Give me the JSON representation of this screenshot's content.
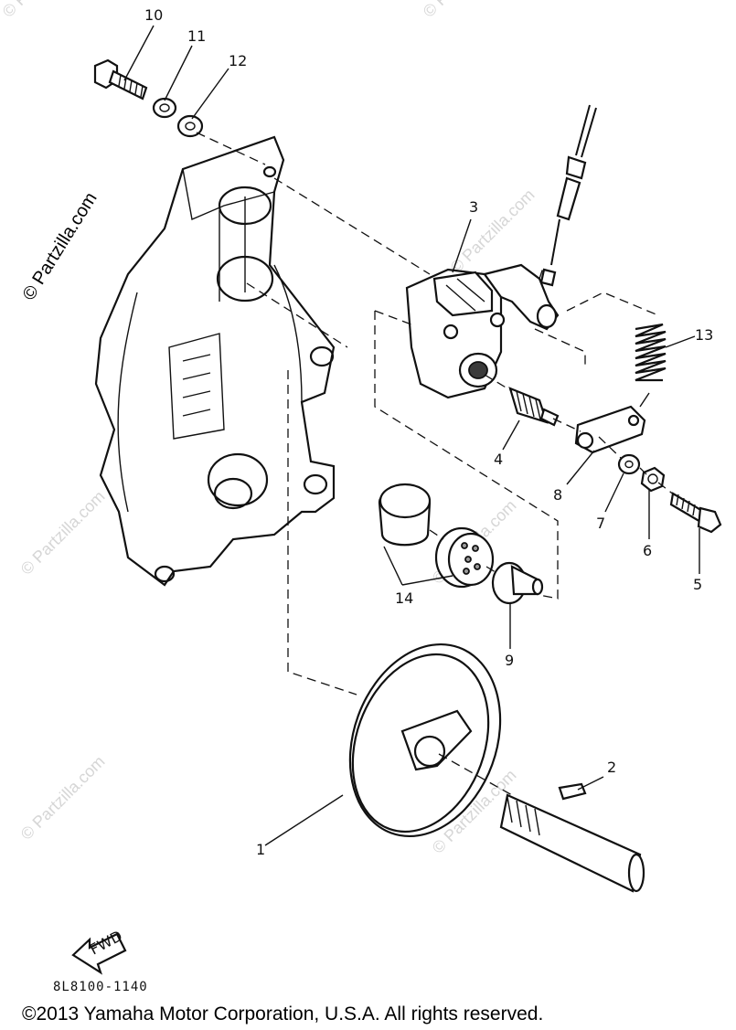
{
  "callouts": {
    "c1": "1",
    "c2": "2",
    "c3": "3",
    "c4": "4",
    "c5": "5",
    "c6": "6",
    "c7": "7",
    "c8": "8",
    "c9": "9",
    "c10": "10",
    "c11": "11",
    "c12": "12",
    "c13": "13",
    "c14": "14"
  },
  "arrow_label": "FWD",
  "diagram_code": "8L8100-1140",
  "copyright": "©2013 Yamaha Motor Corporation, U.S.A. All rights reserved.",
  "watermark": "© Partzilla.com"
}
